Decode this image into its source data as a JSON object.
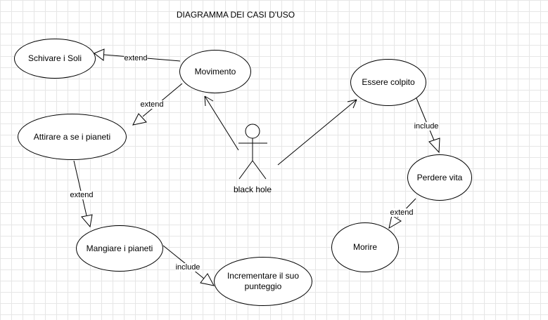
{
  "title": "DIAGRAMMA DEI CASI D'USO",
  "actor": {
    "name": "black hole"
  },
  "use_cases": {
    "schivare": "Schivare i Soli",
    "movimento": "Movimento",
    "attirare": "Attirare a se i pianeti",
    "mangiare": "Mangiare i pianeti",
    "incrementare": "Incrementare il suo punteggio",
    "essere_colpito": "Essere colpito",
    "perdere_vita": "Perdere vita",
    "morire": "Morire"
  },
  "relations": {
    "movimento_schivare": "extend",
    "movimento_attirare": "extend",
    "attirare_mangiare": "extend",
    "mangiare_incrementare": "include",
    "colpito_perdere": "include",
    "perdere_morire": "extend"
  }
}
